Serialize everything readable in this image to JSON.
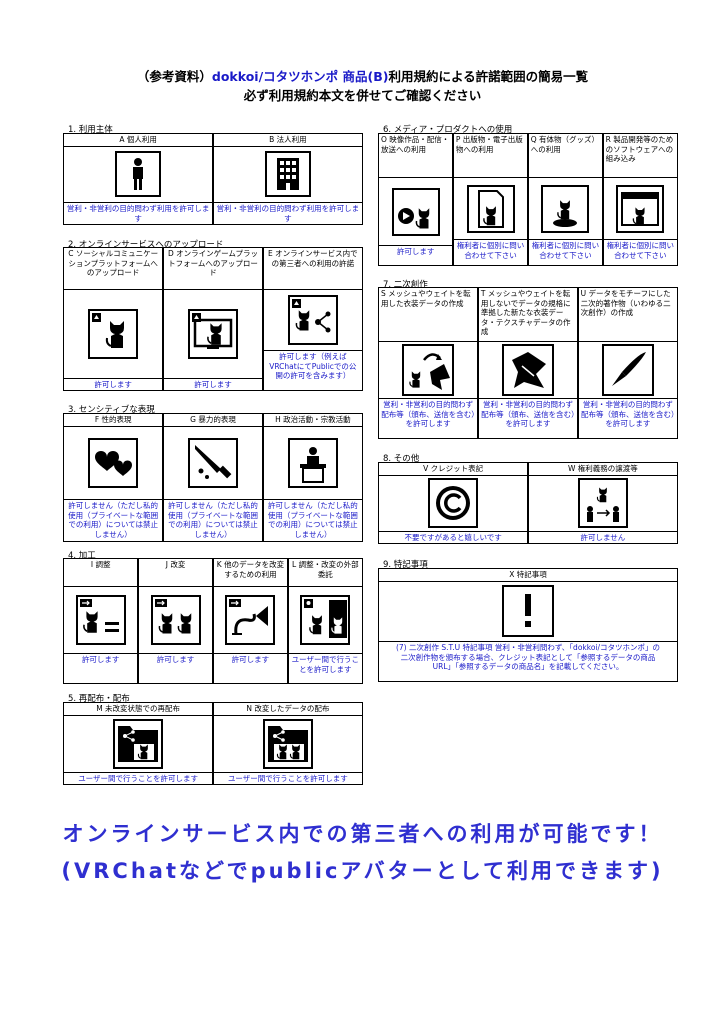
{
  "header": {
    "line1_prefix": "（参考資料）",
    "line1_blue": "dokkoi/コタツホンポ 商品(B)",
    "line1_suffix": "利用規約による許諾範囲の簡易一覧",
    "line2": "必ず利用規約本文を併せてご確認ください"
  },
  "sections": {
    "s1": {
      "title": "1. 利用主体",
      "items": [
        {
          "label": "A 個人利用",
          "icon": "person-icon",
          "perm": "営利・非営利の目的問わず利用を許可します"
        },
        {
          "label": "B 法人利用",
          "icon": "building-icon",
          "perm": "営利・非営利の目的問わず利用を許可します"
        }
      ]
    },
    "s2": {
      "title": "2. オンラインサービスへのアップロード",
      "items": [
        {
          "label": "C ソーシャルコミュニケーションプラットフォームへのアップロード",
          "icon": "upload-cat-icon",
          "perm": "許可します"
        },
        {
          "label": "D オンラインゲームプラットフォームへのアップロード",
          "icon": "monitor-cat-icon",
          "perm": "許可します"
        },
        {
          "label": "E オンラインサービス内での第三者への利用の許諾",
          "icon": "share-cat-icon",
          "perm": "許可します（例えばVRChatにてPublicでの公開の許可を含みます）"
        }
      ]
    },
    "s3": {
      "title": "3. センシティブな表現",
      "items": [
        {
          "label": "F 性的表現",
          "icon": "hearts-icon",
          "perm": "許可しません（ただし私的使用（プライベートな範囲での利用）については禁止しません）"
        },
        {
          "label": "G 暴力的表現",
          "icon": "knife-icon",
          "perm": "許可しません（ただし私的使用（プライベートな範囲での利用）については禁止しません）"
        },
        {
          "label": "H 政治活動・宗教活動",
          "icon": "podium-icon",
          "perm": "許可しません（ただし私的使用（プライベートな範囲での利用）については禁止しません）"
        }
      ]
    },
    "s4": {
      "title": "4. 加工",
      "items": [
        {
          "label": "I 調整",
          "icon": "cat-equal-icon",
          "perm": "許可します"
        },
        {
          "label": "J 改変",
          "icon": "cat-pair-icon",
          "perm": "許可します"
        },
        {
          "label": "K 他のデータを改変するための利用",
          "icon": "cat-arm-icon",
          "perm": "許可します"
        },
        {
          "label": "L 調整・改変の外部委託",
          "icon": "cat-outsource-icon",
          "perm": "ユーザー間で行うことを許可します"
        }
      ]
    },
    "s5": {
      "title": "5. 再配布・配布",
      "items": [
        {
          "label": "M 未改変状態での再配布",
          "icon": "folder-cat-icon",
          "perm": "ユーザー間で行うことを許可します"
        },
        {
          "label": "N 改変したデータの配布",
          "icon": "folder-cat-pair-icon",
          "perm": "ユーザー間で行うことを許可します"
        }
      ]
    },
    "s6": {
      "title": "6. メディア・プロダクトへの使用",
      "items": [
        {
          "label": "O 映像作品・配信・放送への利用",
          "icon": "video-cat-icon",
          "perm": "許可します"
        },
        {
          "label": "P 出版物・電子出版物への利用",
          "icon": "document-cat-icon",
          "perm": "権利者に個別に問い合わせて下さい"
        },
        {
          "label": "Q 有体物（グッズ）への利用",
          "icon": "figure-cat-icon",
          "perm": "権利者に個別に問い合わせて下さい"
        },
        {
          "label": "R 製品開発等のためのソフトウェアへの組み込み",
          "icon": "window-cat-icon",
          "perm": "権利者に個別に問い合わせて下さい"
        }
      ]
    },
    "s7": {
      "title": "7. 二次創作",
      "items": [
        {
          "label": "S メッシュやウェイトを転用した衣装データの作成",
          "icon": "cloth-transfer-icon",
          "perm": "営利・非営利の目的問わず配布等（頒布、送信を含む）を許可します"
        },
        {
          "label": "T メッシュやウェイトを転用しないでデータの規格に準拠した新たな衣装データ・テクスチャデータの作成",
          "icon": "cloth-icon",
          "perm": "営利・非営利の目的問わず配布等（頒布、送信を含む）を許可します"
        },
        {
          "label": "U データをモチーフにした二次的著作物（いわゆる二次創作）の作成",
          "icon": "pen-nib-icon",
          "perm": "営利・非営利の目的問わず配布等（頒布、送信を含む）を許可します"
        }
      ]
    },
    "s8": {
      "title": "8. その他",
      "items": [
        {
          "label": "V クレジット表記",
          "icon": "copyright-icon",
          "perm": "不要ですがあると嬉しいです"
        },
        {
          "label": "W 権利義務の譲渡等",
          "icon": "transfer-icon",
          "perm": "許可しません"
        }
      ]
    },
    "s9": {
      "title": "9. 特記事項",
      "items": [
        {
          "label": "X 特記事項",
          "icon": "exclamation-icon",
          "perm": "(7) 二次創作 S.T.U 特記事項 営利・非営利問わず、「dokkoi/コタツホンポ」の二次創作物を頒布する場合、クレジット表記として「参照するデータの商品URL」「参照するデータの商品名」を記載してください。"
        }
      ]
    }
  },
  "banner": {
    "line1": "オンラインサービス内での第三者への利用が可能です！",
    "line2": "(VRChatなどでpublicアバターとして利用できます)"
  },
  "colors": {
    "permission_text": "#1a1ac8",
    "banner_text": "#2f2fd0"
  }
}
